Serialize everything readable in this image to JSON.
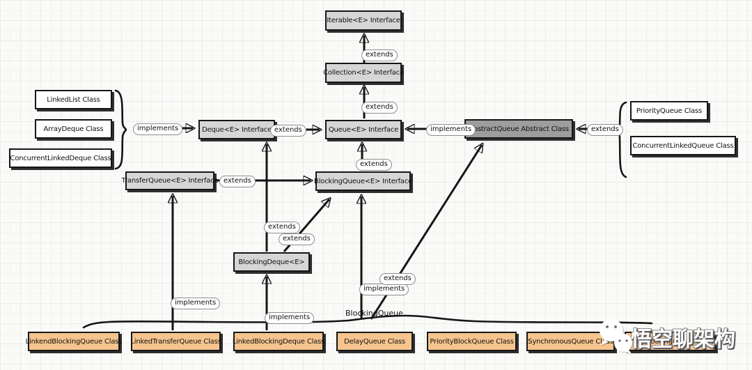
{
  "colors": {
    "interface_fill": "#d6d6d6",
    "abstract_fill": "#9d9d9d",
    "class_fill": "#ffffff",
    "implementation_fill": "#f6c48e",
    "line_color": "#141414",
    "background": "#fafaf9"
  },
  "diagram": {
    "nodes": {
      "iterable": "Iterable<E> Interface",
      "collection": "Collection<E> Interface",
      "deque": "Deque<E> Interface",
      "queue": "Queue<E> Interface",
      "abstract_queue": "AbstractQueue Abstract Class",
      "linked_list": "LinkedList Class",
      "array_deque": "ArrayDeque Class",
      "concurrent_linked_deque": "ConcurrentLinkedDeque Class",
      "priority_queue": "PriorityQueue Class",
      "concurrent_linked_queue": "ConcurrentLinkedQueue Class",
      "transfer_queue": "TransferQueue<E> Interface",
      "blocking_queue": "BlockingQueue<E> Interface",
      "blocking_deque": "BlockingDeque<E>",
      "linkend_blocking_queue": "LinkendBlockingQueue Class",
      "linked_transfer_queue": "LinkedTransferQueue Class",
      "linked_blocking_deque": "LinkedBlockingDeque Class",
      "delay_queue": "DelayQueue Class",
      "priority_block_queue": "PriorityBlockQueue Class",
      "synchronous_queue": "SynchronousQueue Class",
      "array_blocking_queue": "ArrayBlockingQueue Class"
    },
    "edge_labels": {
      "collection_to_iterable": "extends",
      "queue_to_collection": "extends",
      "deque_to_queue": "extends",
      "left_classes_to_deque": "implements",
      "abstractqueue_to_queue": "implements",
      "right_classes_to_abstractqueue": "extends",
      "transferqueue_to_blockingqueue": "extends",
      "blockingqueue_to_queue": "extends",
      "blockingdeque_to_deque": "extends",
      "blockingdeque_to_blockingqueue": "extends",
      "linkedtransferqueue_to_transferqueue": "implements",
      "linkedblockingdeque_to_blockingdeque": "implements",
      "bottom_group_to_blockingqueue": "implements",
      "bottom_group_to_abstractqueue": "extends",
      "blockingqueue_group_text": "BlockingQueue"
    }
  },
  "watermark": {
    "text": "悟空聊架构",
    "icon": "chat-bubbles-icon"
  }
}
